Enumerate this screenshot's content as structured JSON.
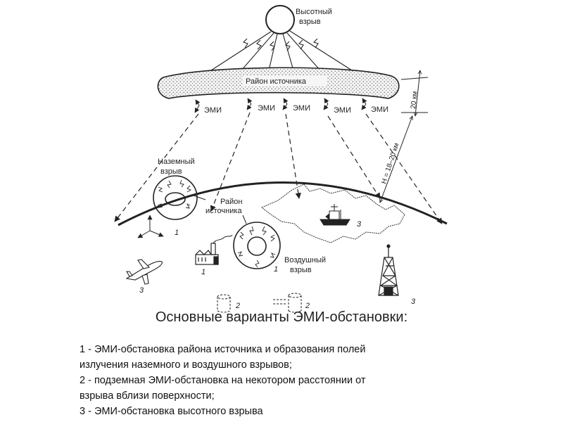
{
  "labels": {
    "high_burst": [
      "Высотный",
      "взрыв"
    ],
    "source_region_top": "Район источника",
    "emi": [
      "ЭМИ",
      "ЭМИ",
      "ЭМИ",
      "ЭМИ",
      "ЭМИ"
    ],
    "dist_20km": "20 км",
    "dist_h": "H = 18–20 км",
    "ground_burst": [
      "Наземный",
      "взрыв"
    ],
    "source_region_mid": [
      "Район",
      "источника"
    ],
    "air_burst": [
      "Воздушный",
      "взрыв"
    ],
    "markers": {
      "one_a": "1",
      "one_b": "1",
      "one_c": "1",
      "two_a": "2",
      "two_b": "2",
      "three_a": "3",
      "three_b": "3",
      "three_c": "3"
    }
  },
  "heading": "Основные варианты ЭМИ-обстановки:",
  "legend": [
    "1 - ЭМИ-обстановка района источника и образования полей",
    "излучения наземного и воздушного взрывов;",
    "2 - подземная ЭМИ-обстановка на некотором расстоянии от",
    "взрыва вблизи поверхности;",
    "3 - ЭМИ-обстановка высотного взрыва"
  ],
  "icons": [
    "explosion-sphere-icon",
    "airplane-icon",
    "factory-icon",
    "ship-icon",
    "radio-tower-icon",
    "underground-cable-icon"
  ]
}
